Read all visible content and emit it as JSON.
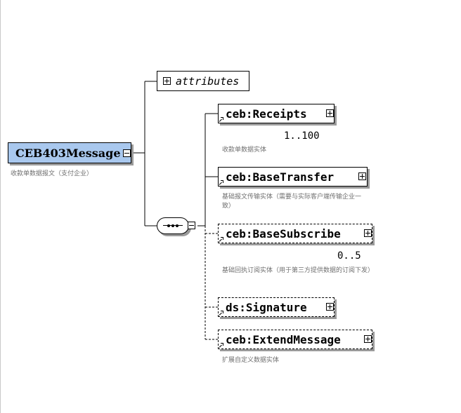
{
  "root": {
    "name": "CEB403Message",
    "doc": "收款单数据报文（支付企业）"
  },
  "attributes": {
    "label": "attributes"
  },
  "compositor": {
    "kind": "sequence"
  },
  "children": [
    {
      "name": "ceb:Receipts",
      "occurs": "1..100",
      "doc": "收款单数据实体",
      "optional": false,
      "multiple": true
    },
    {
      "name": "ceb:BaseTransfer",
      "occurs": "",
      "doc": "基础报文传输实体（需要与实际客户端传输企业一致）",
      "optional": false,
      "multiple": false
    },
    {
      "name": "ceb:BaseSubscribe",
      "occurs": "0..5",
      "doc": "基础回执订阅实体（用于第三方提供数据的订阅下发）",
      "optional": true,
      "multiple": true
    },
    {
      "name": "ds:Signature",
      "occurs": "",
      "doc": "",
      "optional": true,
      "multiple": false
    },
    {
      "name": "ceb:ExtendMessage",
      "occurs": "",
      "doc": "扩展自定义数据实体",
      "optional": true,
      "multiple": false
    }
  ]
}
